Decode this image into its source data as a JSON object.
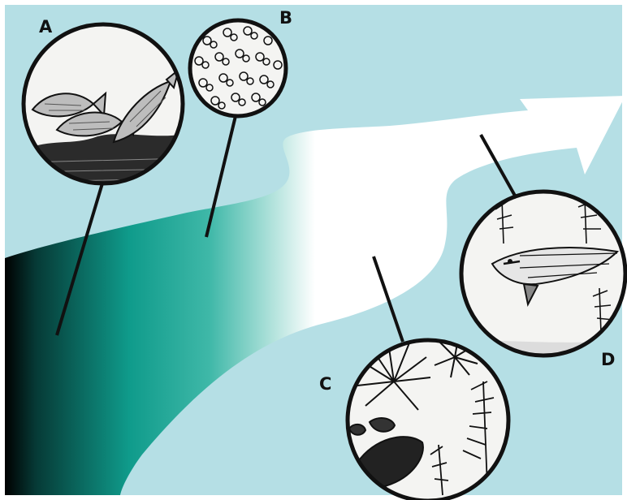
{
  "labels": {
    "a": "A",
    "b": "B",
    "c": "C",
    "d": "D"
  },
  "colors": {
    "background": "#b5dfe5",
    "frame": "#ffffff",
    "gradient_dark": "#000000",
    "gradient_mid": "#0f9b8b",
    "gradient_light": "#ffffff",
    "ink": "#111111",
    "inset_fill": "#f4f4f2"
  },
  "insets": [
    {
      "id": "a",
      "icon": "fish-school-icon"
    },
    {
      "id": "b",
      "icon": "plankton-icon"
    },
    {
      "id": "c",
      "icon": "aquatic-plants-icon"
    },
    {
      "id": "d",
      "icon": "pike-fish-icon"
    }
  ]
}
